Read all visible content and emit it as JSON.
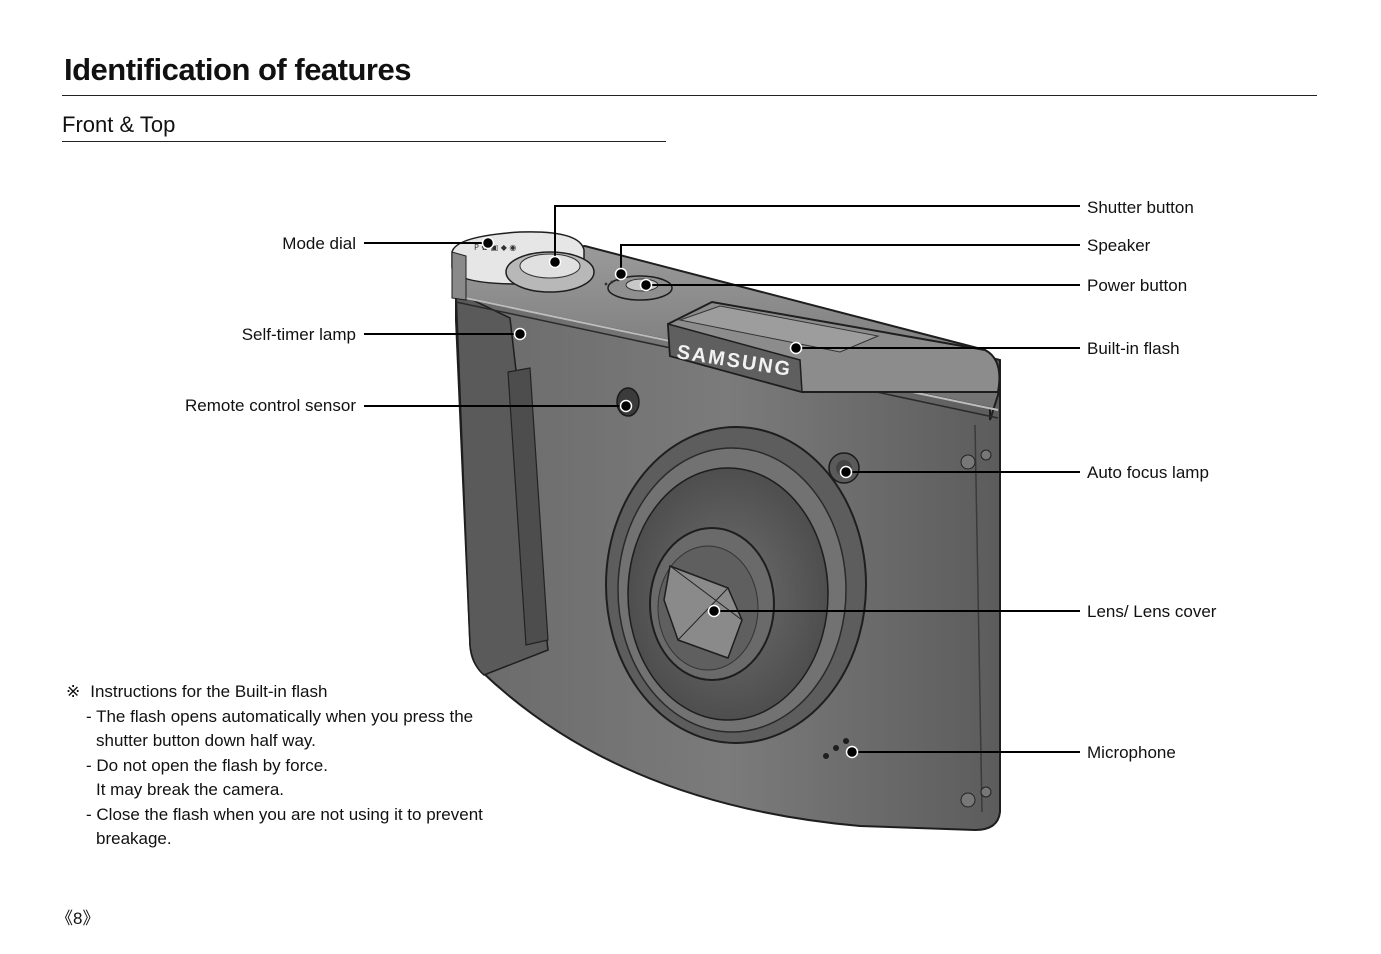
{
  "page": {
    "title": "Identification of features",
    "subtitle": "Front & Top",
    "page_number": "《8》"
  },
  "callouts": {
    "mode_dial": "Mode dial",
    "self_timer_lamp": "Self-timer lamp",
    "remote_control_sensor": "Remote control sensor",
    "shutter_button": "Shutter button",
    "speaker": "Speaker",
    "power_button": "Power button",
    "built_in_flash": "Built-in flash",
    "auto_focus_lamp": "Auto focus lamp",
    "lens_cover": "Lens/ Lens cover",
    "microphone": "Microphone"
  },
  "camera": {
    "brand": "SAMSUNG"
  },
  "notes": {
    "marker": "※",
    "heading": "Instructions for the Built-in flash",
    "items": [
      {
        "line1": "- The flash opens automatically when you press the",
        "line2": "shutter button down half way."
      },
      {
        "line1": "- Do not open the flash by force.",
        "line2": "It may break the camera."
      },
      {
        "line1": "- Close the flash when you are not using it to prevent",
        "line2": "breakage."
      }
    ]
  }
}
